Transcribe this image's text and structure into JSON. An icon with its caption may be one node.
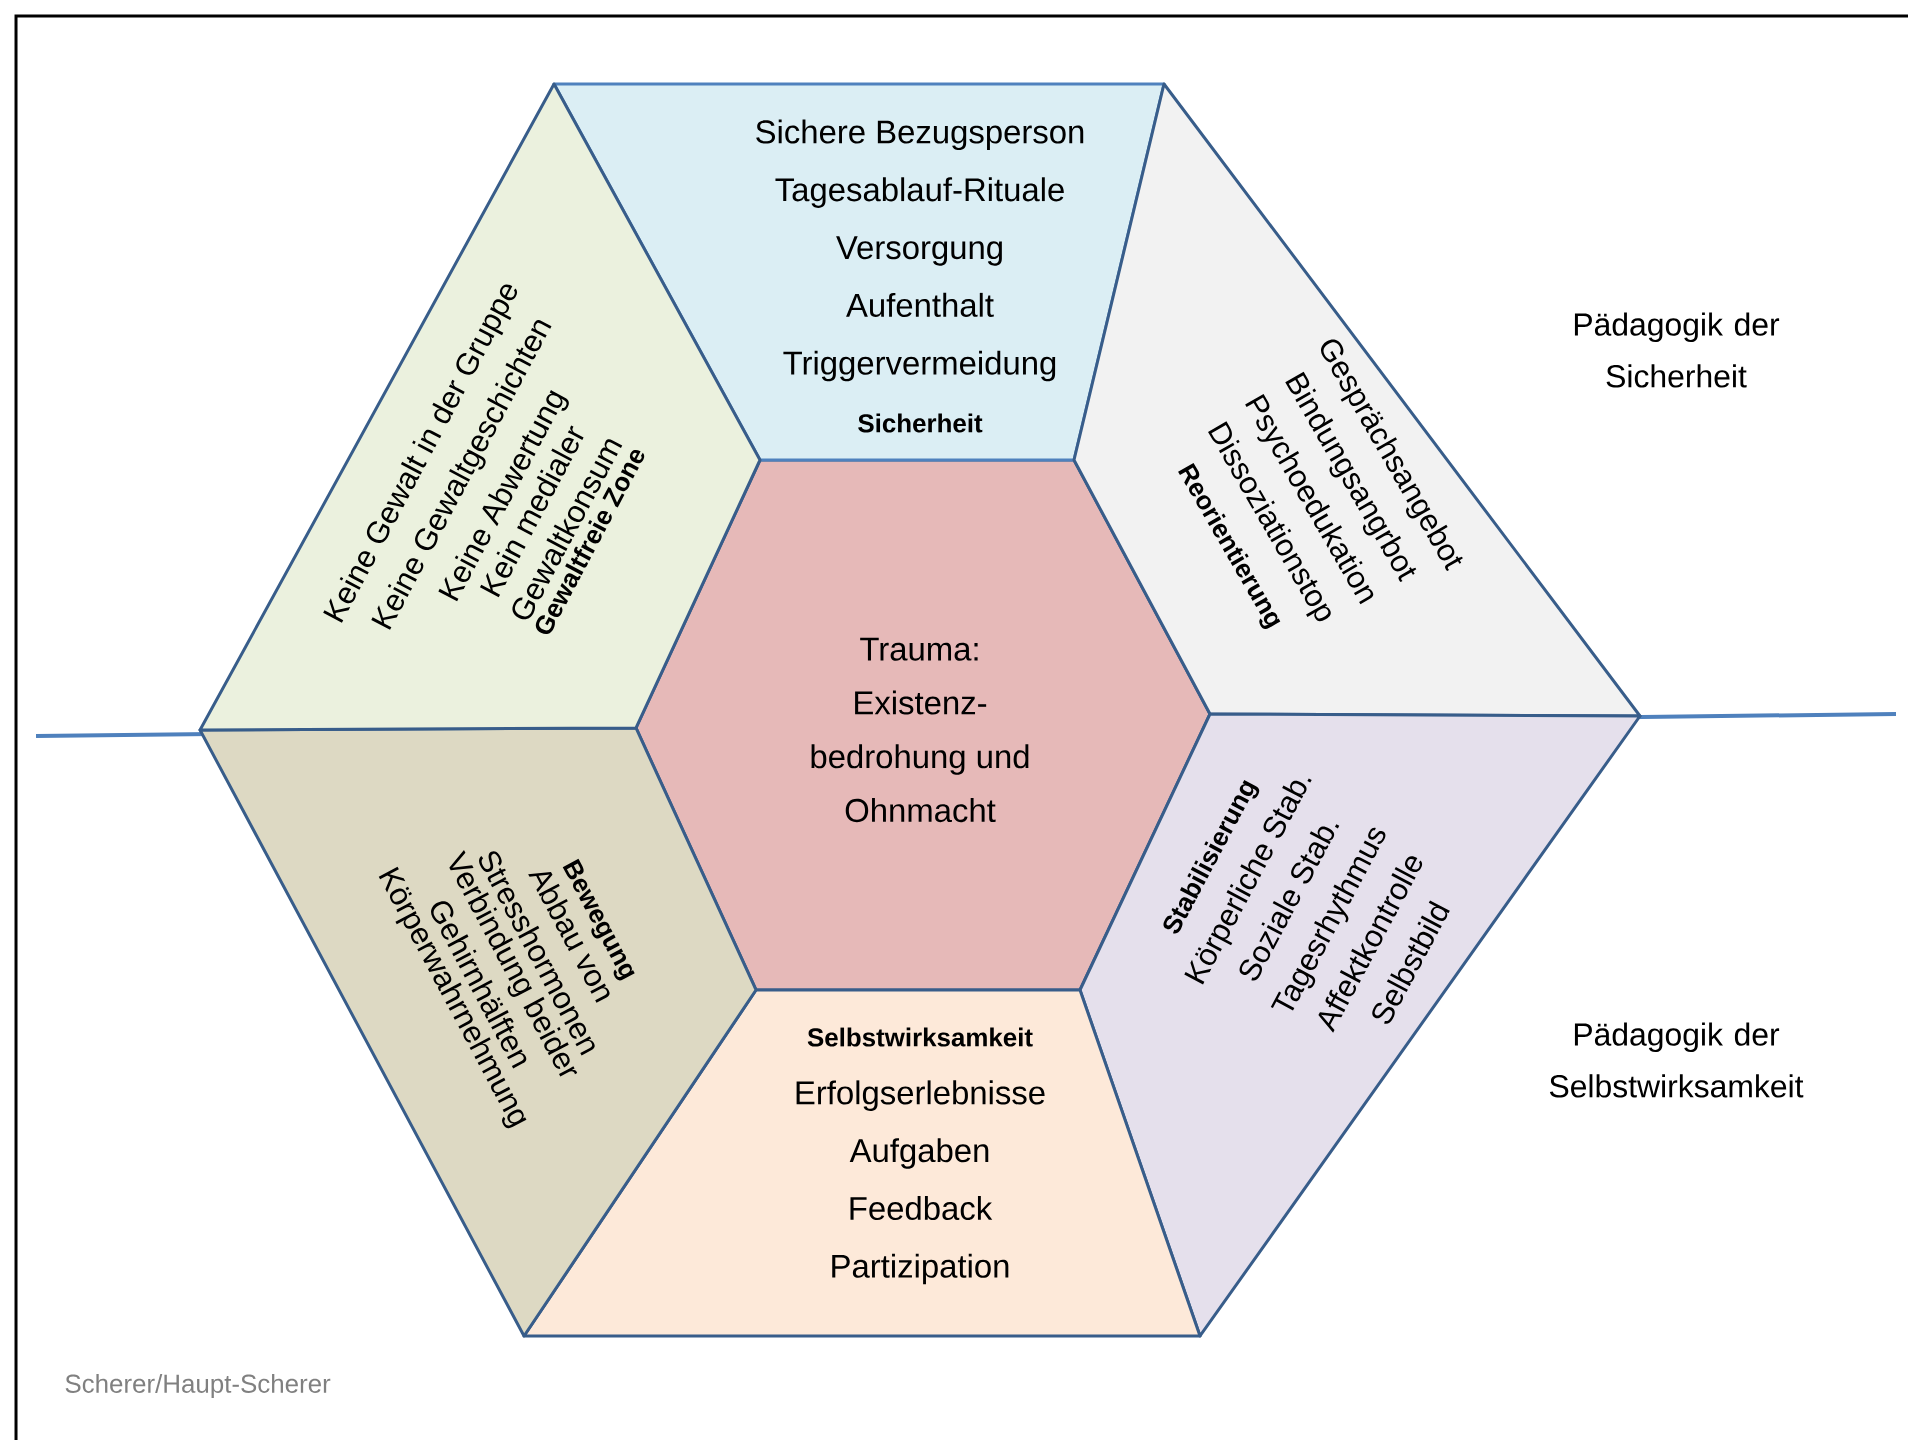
{
  "diagram": {
    "nodes": [
      {
        "text": [
          "Trauma: Existenz- bedrohung und Ohnmacht"
        ]
      },
      {
        "text": [
          "Sichere Bezugsperson",
          "Tagesablauf-Rituale",
          "Versorgung",
          "Aufenthalt",
          "Triggervermeidung",
          "Sicherheit"
        ]
      },
      {
        "text": [
          "Gesprächsangebot",
          "Bindungsangrbot",
          "Psychoedukation",
          "Dissoziationstop",
          "Reorientierung"
        ]
      },
      {
        "text": [
          "Stabilisierung",
          "Körperliche Stab.",
          "Soziale Stab.",
          "Tagesrhythmus",
          "Affektkontrolle",
          "Selbstbild"
        ]
      },
      {
        "text": [
          "Selbstwirksamkeit",
          "Erfolgserlebnisse",
          "Aufgaben",
          "Feedback",
          "Partizipation"
        ]
      },
      {
        "text": [
          "Bewegung",
          "Abbau von Stresshormonen",
          "Verbindung beider Gehirnhälften",
          "Körperwahrnehmung"
        ]
      },
      {
        "text": [
          "Keine Gewalt in der Gruppe",
          "Keine Gewaltgeschichten",
          "Keine Abwertung",
          "Kein medialer Gewaltkonsum",
          "Gewaltfreie Zone"
        ]
      }
    ],
    "labels": [
      "Pädagogik der Sicherheit",
      "Pädagogik der Selbstwirksamkeit",
      "Scherer/Haupt-Scherer"
    ]
  }
}
